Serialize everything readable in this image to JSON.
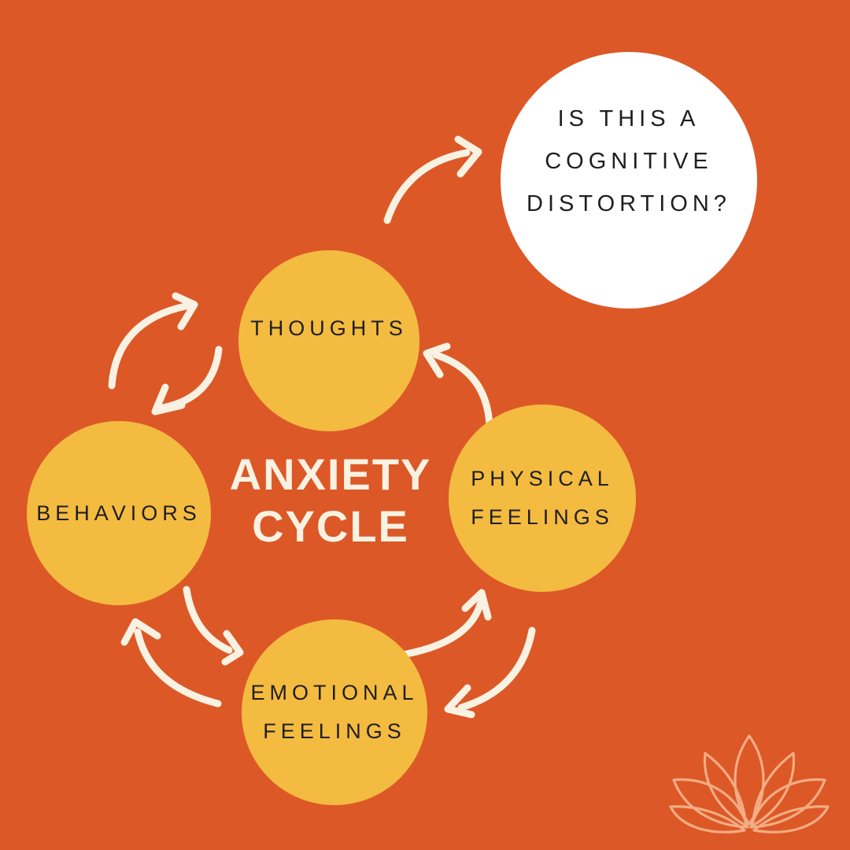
{
  "colors": {
    "bg": "#DD5827",
    "node": "#F4BB41",
    "ink": "#1F1F1F",
    "cream": "#F9F2E2",
    "bubbleBg": "#FFFFFF",
    "lotus": "#F3AC83"
  },
  "title": {
    "line1": "ANXIETY",
    "line2": "CYCLE"
  },
  "bubble": {
    "line1": "IS THIS A",
    "line2": "COGNITIVE",
    "line3": "DISTORTION?"
  },
  "nodes": {
    "thoughts": {
      "line1": "THOUGHTS"
    },
    "physical": {
      "line1": "PHYSICAL",
      "line2": "FEELINGS"
    },
    "emotional": {
      "line1": "EMOTIONAL",
      "line2": "FEELINGS"
    },
    "behaviors": {
      "line1": "BEHAVIORS"
    }
  },
  "icons": {
    "cycle_arrows": [
      "behaviors-to-thoughts-arrow",
      "thoughts-to-behaviors-arrow",
      "thoughts-to-question-arrow",
      "physical-to-thoughts-arrow",
      "emotional-to-physical-arrow",
      "physical-to-emotional-arrow",
      "emotional-to-behaviors-arrow",
      "behaviors-to-emotional-arrow"
    ],
    "logo": "lotus-icon"
  }
}
